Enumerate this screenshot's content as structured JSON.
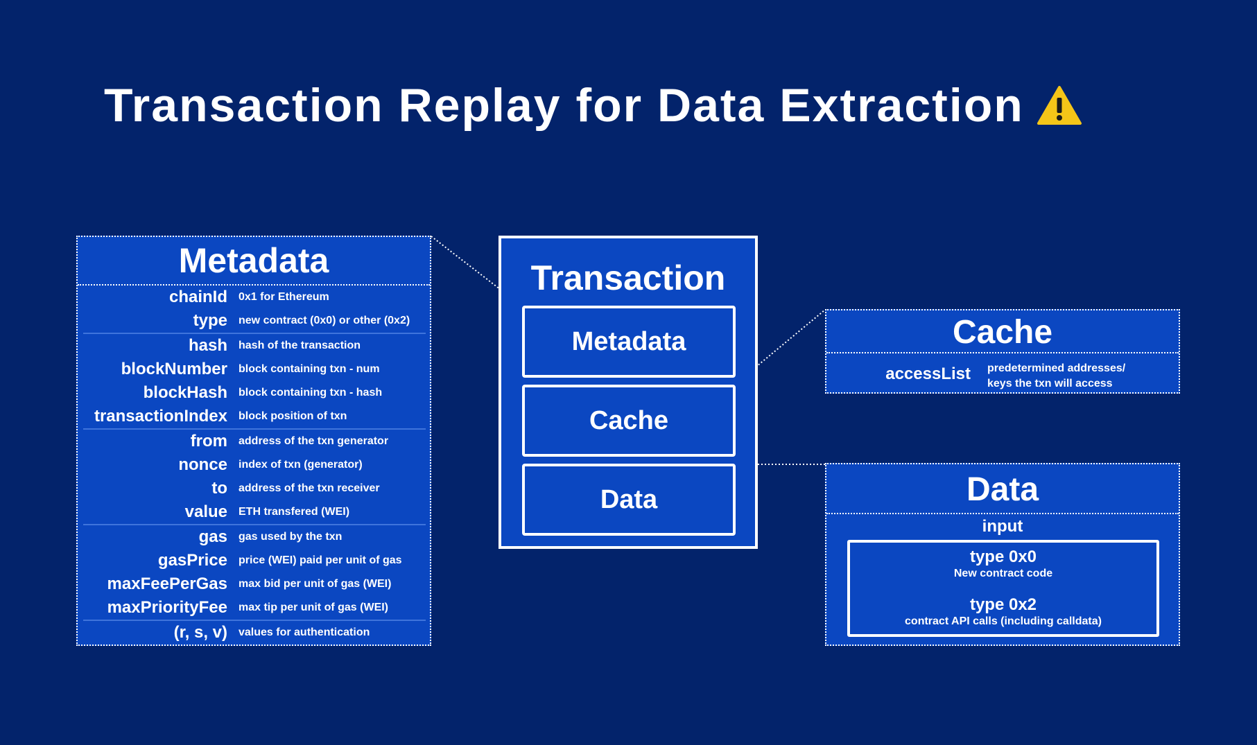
{
  "title": "Transaction Replay for Data Extraction",
  "title_icon": "warning-icon",
  "colors": {
    "background": "#03236b",
    "panel": "#0b47c1",
    "warning": "#f5c518",
    "text": "#ffffff"
  },
  "metadata": {
    "title": "Metadata",
    "groups": [
      [
        {
          "name": "chainId",
          "desc": "0x1 for Ethereum"
        },
        {
          "name": "type",
          "desc": "new contract (0x0) or other (0x2)"
        }
      ],
      [
        {
          "name": "hash",
          "desc": "hash of the transaction"
        },
        {
          "name": "blockNumber",
          "desc": "block containing txn - num"
        },
        {
          "name": "blockHash",
          "desc": "block containing txn - hash"
        },
        {
          "name": "transactionIndex",
          "desc": "block position of txn"
        }
      ],
      [
        {
          "name": "from",
          "desc": "address of the txn generator"
        },
        {
          "name": "nonce",
          "desc": "index of txn (generator)"
        },
        {
          "name": "to",
          "desc": "address of the txn receiver"
        },
        {
          "name": "value",
          "desc": "ETH transfered (WEI)"
        }
      ],
      [
        {
          "name": "gas",
          "desc": "gas used by the txn"
        },
        {
          "name": "gasPrice",
          "desc": "price (WEI) paid per unit of gas"
        },
        {
          "name": "maxFeePerGas",
          "desc": "max bid per unit of gas (WEI)"
        },
        {
          "name": "maxPriorityFee",
          "desc": "max tip per unit of gas (WEI)"
        }
      ],
      [
        {
          "name": "(r, s, v)",
          "desc": "values for authentication"
        }
      ]
    ]
  },
  "transaction": {
    "title": "Transaction",
    "items": [
      "Metadata",
      "Cache",
      "Data"
    ]
  },
  "cache": {
    "title": "Cache",
    "field": "accessList",
    "desc_line1": "predetermined addresses/",
    "desc_line2": "keys the txn will access"
  },
  "data": {
    "title": "Data",
    "input_label": "input",
    "type1": "type 0x0",
    "type1_desc": "New contract code",
    "type2": "type 0x2",
    "type2_desc": "contract API calls (including calldata)"
  }
}
